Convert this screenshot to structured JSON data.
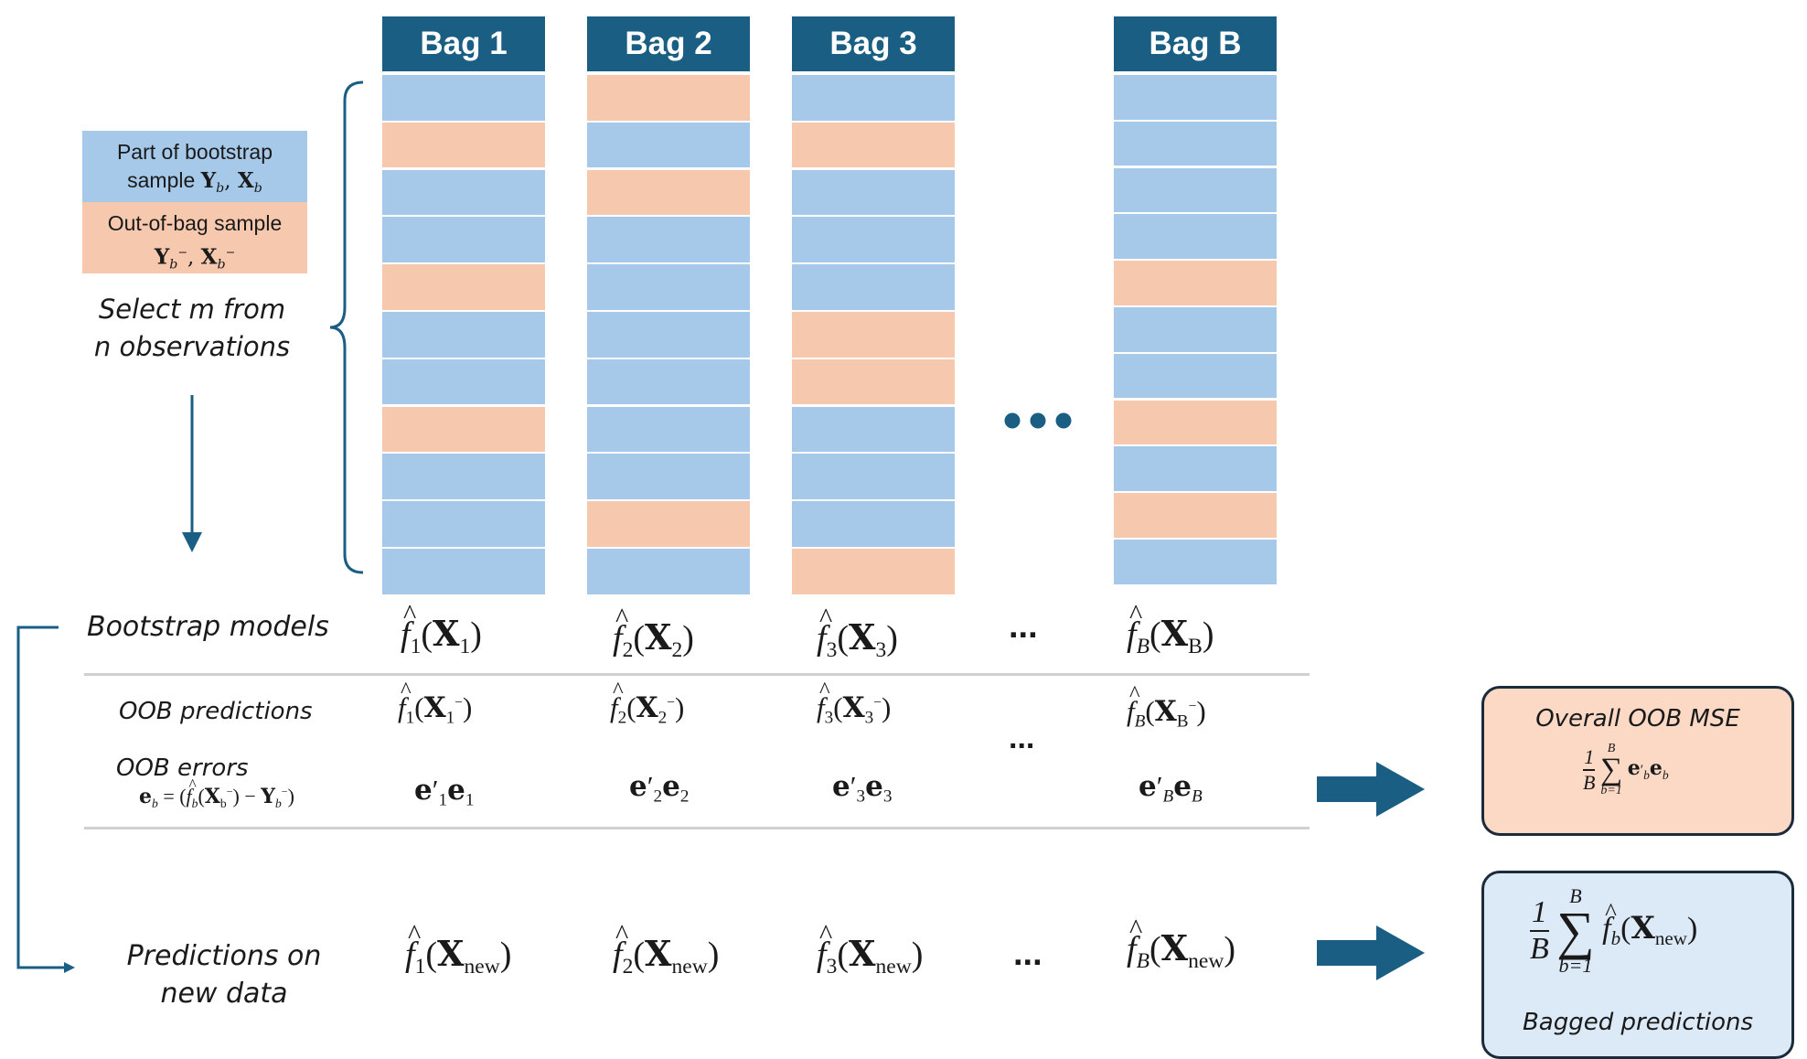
{
  "bags": [
    {
      "label": "Bag 1",
      "pattern": [
        "in",
        "oob",
        "in",
        "in",
        "oob",
        "in",
        "in",
        "oob",
        "in",
        "in",
        "in"
      ]
    },
    {
      "label": "Bag 2",
      "pattern": [
        "oob",
        "in",
        "oob",
        "in",
        "in",
        "in",
        "in",
        "in",
        "in",
        "oob",
        "in"
      ]
    },
    {
      "label": "Bag 3",
      "pattern": [
        "in",
        "oob",
        "in",
        "in",
        "in",
        "oob",
        "oob",
        "in",
        "in",
        "in",
        "oob"
      ]
    },
    {
      "label": "Bag B",
      "pattern": [
        "in",
        "in",
        "in",
        "in",
        "oob",
        "in",
        "in",
        "oob",
        "in",
        "oob",
        "in"
      ]
    }
  ],
  "colors": {
    "in_bag": "#a6c9ea",
    "oob": "#f6c8ad",
    "header": "#1a5f83",
    "arrow": "#1a5f83"
  },
  "legend": {
    "in_bag_line1": "Part of bootstrap",
    "in_bag_line2": "sample",
    "in_bag_math": "Y",
    "oob_line1": "Out-of-bag sample"
  },
  "select": {
    "line1": "Select m from",
    "line2": "n observations"
  },
  "ellipsis": "...",
  "rows": {
    "bootstrap_models": "Bootstrap models",
    "oob_predictions": "OOB predictions",
    "oob_errors": "OOB errors",
    "predictions_line1": "Predictions on",
    "predictions_line2": "new data"
  },
  "subscripts": [
    "1",
    "2",
    "3",
    "B"
  ],
  "model_subscripts": [
    "1",
    "2",
    "3",
    "B"
  ],
  "results": {
    "oob_title": "Overall OOB MSE",
    "bagged_title": "Bagged predictions"
  }
}
